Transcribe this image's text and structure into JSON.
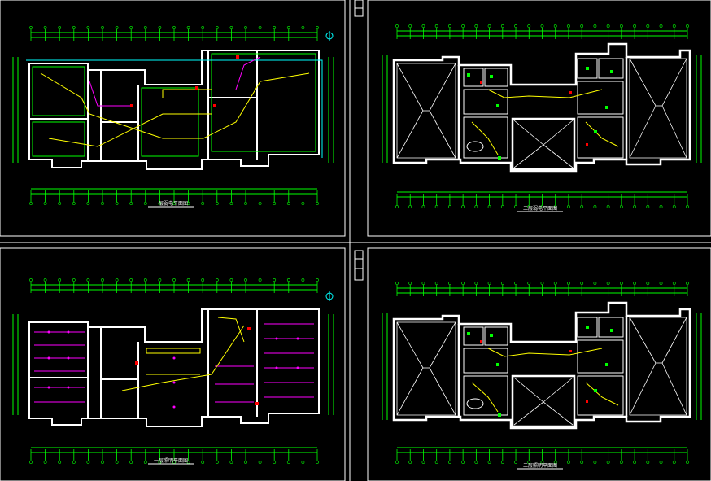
{
  "sheets": [
    {
      "id": "tl",
      "caption": "一层弱电平面图"
    },
    {
      "id": "tr",
      "caption": "二层弱电平面图"
    },
    {
      "id": "bl",
      "caption": "一层照明平面图"
    },
    {
      "id": "br",
      "caption": "二层照明平面图"
    }
  ],
  "colors": {
    "background": "#000000",
    "frame": "#ffffff",
    "wall": "#ffffff",
    "dimension": "#00ff00",
    "wiring": "#ffff00",
    "fixture": "#ff00ff",
    "outline": "#00ffff",
    "device": "#ff0000"
  }
}
